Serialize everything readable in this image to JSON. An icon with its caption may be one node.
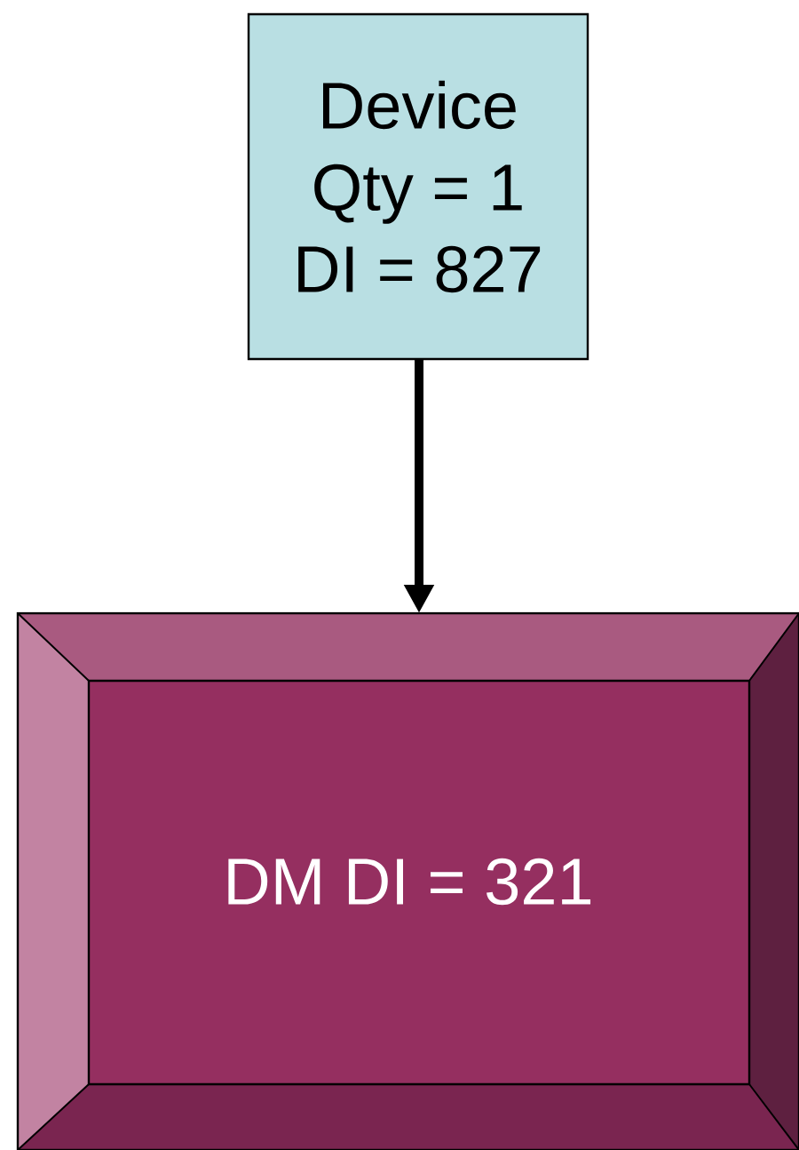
{
  "diagram": {
    "nodes": [
      {
        "text": [
          "Device",
          "Qty = 1",
          "DI = 827"
        ]
      },
      {
        "text": [
          "DM DI = 321"
        ]
      }
    ],
    "edges": [
      {
        "from": 0,
        "to": 1,
        "arrow": "to"
      }
    ]
  }
}
